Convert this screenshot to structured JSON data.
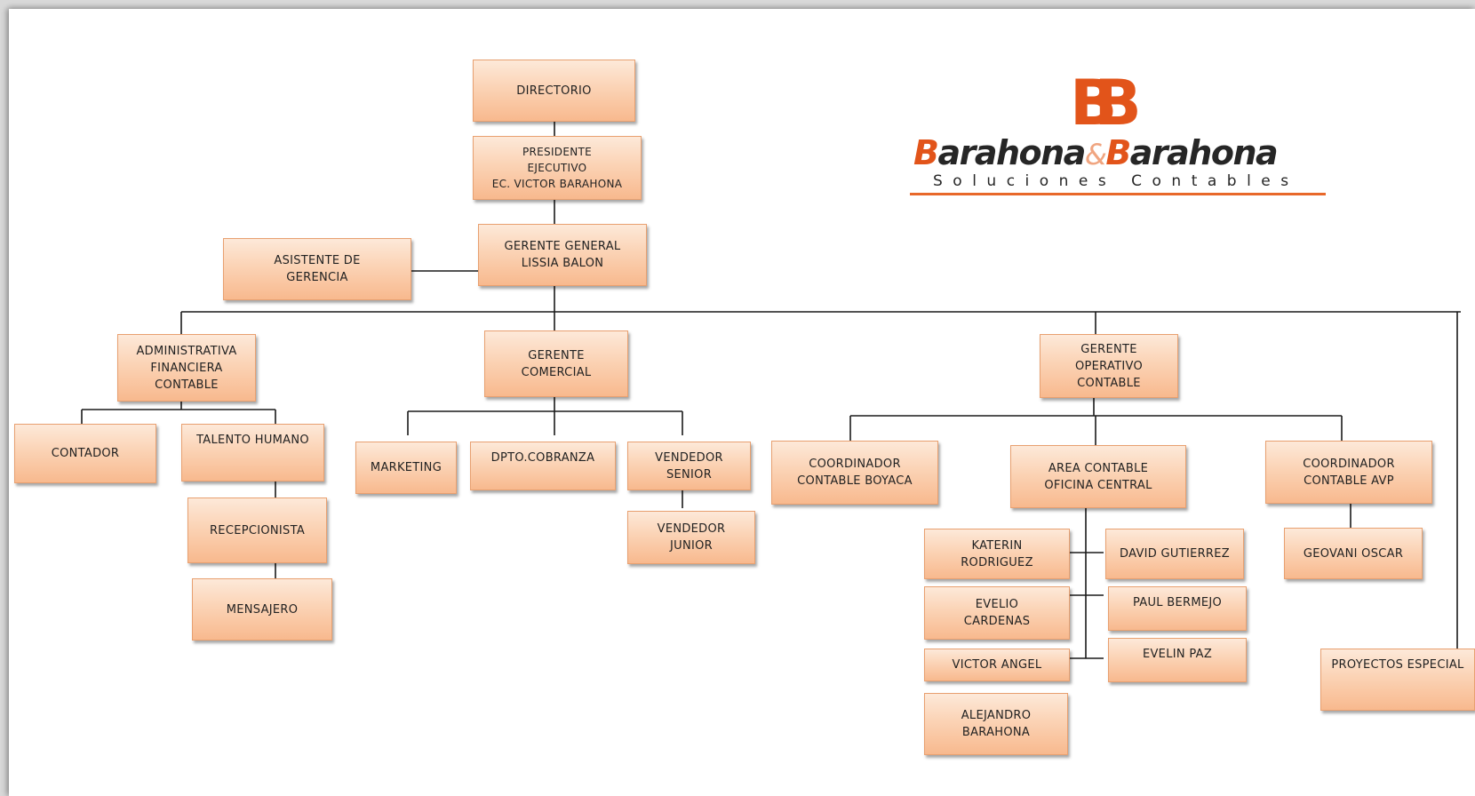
{
  "logo": {
    "name_part1": "Barahona",
    "ampersand": "&",
    "name_part2": "Barahona",
    "subtitle": "Soluciones Contables",
    "mark": "BB",
    "colors": {
      "brand_orange": "#e2541a",
      "dark": "#262626"
    }
  },
  "boxes": {
    "directorio": "DIRECTORIO",
    "presidente": "PRESIDENTE\nEJECUTIVO\nEC. VICTOR BARAHONA",
    "gerente_general": "GERENTE GENERAL\nLISSIA BALON",
    "asistente_gerencia": "ASISTENTE DE\nGERENCIA",
    "administrativa": "ADMINISTRATIVA\nFINANCIERA\nCONTABLE",
    "gerente_comercial": "GERENTE\nCOMERCIAL",
    "gerente_operativo": "GERENTE\nOPERATIVO\nCONTABLE",
    "contador": "CONTADOR",
    "talento_humano": "TALENTO HUMANO",
    "recepcionista": "RECEPCIONISTA",
    "mensajero": "MENSAJERO",
    "marketing": "MARKETING",
    "dpto_cobranza": "DPTO.COBRANZA",
    "vendedor_senior": "VENDEDOR\nSENIOR",
    "vendedor_junior": "VENDEDOR\nJUNIOR",
    "coord_boyaca": "COORDINADOR\nCONTABLE BOYACA",
    "area_contable": "AREA CONTABLE\nOFICINA CENTRAL",
    "coord_avp": "COORDINADOR\nCONTABLE AVP",
    "katerin": "KATERIN\nRODRIGUEZ",
    "david": "DAVID GUTIERREZ",
    "evelio": "EVELIO\nCARDENAS",
    "paul": "PAUL BERMEJO",
    "victor_angel": "VICTOR ANGEL",
    "evelin": "EVELIN PAZ",
    "alejandro": "ALEJANDRO\nBARAHONA",
    "geovani": "GEOVANI OSCAR",
    "proyectos": "PROYECTOS ESPECIAL"
  },
  "colors": {
    "box_border": "#e8a070",
    "box_fill_bottom": "#f8b98e",
    "connector": "#1a1a1a"
  }
}
